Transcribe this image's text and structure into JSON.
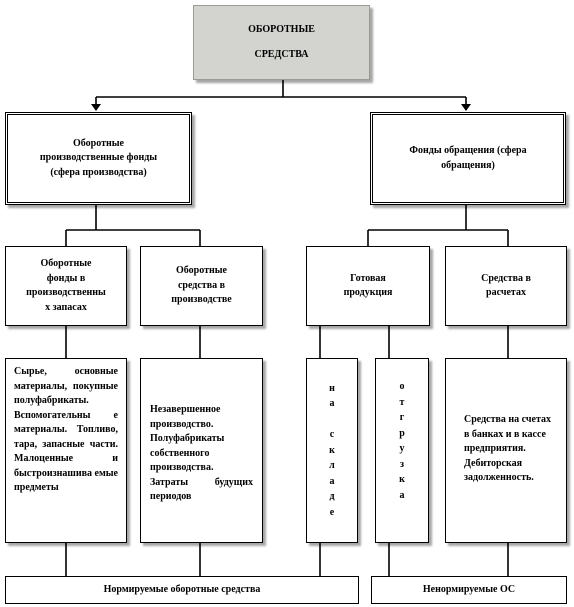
{
  "top": {
    "line1": "ОБОРОТНЫЕ",
    "line2": "СРЕДСТВА"
  },
  "level1": {
    "production_funds": "Оборотные\nпроизводственные фонды\n(сфера производства)",
    "circulation_funds": "Фонды обращения (сфера\nобращения)"
  },
  "level2": {
    "inventory_funds": "Оборотные\nфонды в\nпроизводственны\nх запасах",
    "in_production": "Оборотные\nсредства в\nпроизводстве",
    "finished_goods": "Готовая\nпродукция",
    "settlements": "Средства в\nрасчетах"
  },
  "level3": {
    "inventory_details": "Сырье, основные материалы, покупные полуфабрикаты. Вспомогательны е материалы. Топливо, тара, запасные части. Малоценные и быстроизнашива емые предметы",
    "production_details": "Незавершенное производство. Полуфабрикаты собственного производства. Затраты будущих периодов",
    "in_warehouse_letters": [
      "н",
      "а",
      "",
      "с",
      "к",
      "л",
      "а",
      "д",
      "е"
    ],
    "shipped_letters": [
      "о",
      "т",
      "г",
      "р",
      "у",
      "з",
      "к",
      "а"
    ],
    "settlements_details": "Средства на счетах в банках и в кассе предприятия. Дебиторская задолженность."
  },
  "bottom": {
    "normed": "Нормируемые оборотные средства",
    "not_normed": "Ненормируемые ОС"
  }
}
